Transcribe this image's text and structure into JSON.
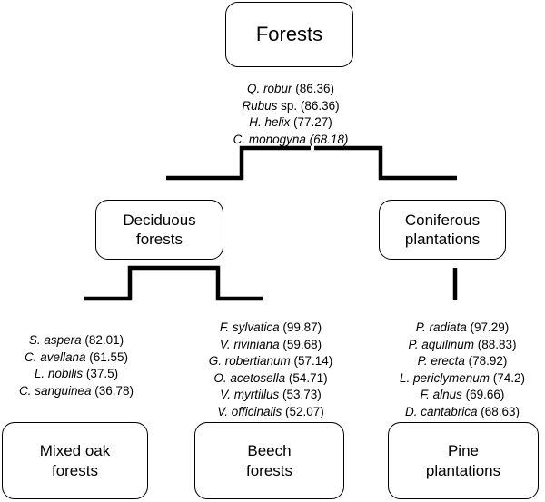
{
  "nodes": {
    "root": {
      "lines": [
        "Forests"
      ]
    },
    "deciduous": {
      "lines": [
        "Deciduous",
        "forests"
      ]
    },
    "coniferous": {
      "lines": [
        "Coniferous",
        "plantations"
      ]
    },
    "mixed_oak": {
      "lines": [
        "Mixed oak",
        "forests"
      ]
    },
    "beech": {
      "lines": [
        "Beech",
        "forests"
      ]
    },
    "pine": {
      "lines": [
        "Pine",
        "plantations"
      ]
    }
  },
  "indicators": {
    "root": [
      {
        "name": "Q. robur",
        "suffix": "",
        "value": "(86.36)",
        "value_italic": false
      },
      {
        "name": "Rubus",
        "suffix": " sp.",
        "value": "(86.36)",
        "value_italic": false
      },
      {
        "name": "H. helix",
        "suffix": "",
        "value": "(77.27)",
        "value_italic": false
      },
      {
        "name": "C. monogyna",
        "suffix": "",
        "value": "(68.18)",
        "value_italic": true
      }
    ],
    "mixed_oak": [
      {
        "name": "S. aspera",
        "suffix": "",
        "value": "(82.01)",
        "value_italic": false
      },
      {
        "name": "C. avellana",
        "suffix": "",
        "value": "(61.55)",
        "value_italic": false
      },
      {
        "name": "L. nobilis",
        "suffix": "",
        "value": "(37.5)",
        "value_italic": false
      },
      {
        "name": "C. sanguinea",
        "suffix": "",
        "value": "(36.78)",
        "value_italic": false
      }
    ],
    "beech": [
      {
        "name": "F. sylvatica",
        "suffix": "",
        "value": "(99.87)",
        "value_italic": false
      },
      {
        "name": "V. riviniana",
        "suffix": "",
        "value": "(59.68)",
        "value_italic": false
      },
      {
        "name": "G. robertianum",
        "suffix": "",
        "value": "(57.14)",
        "value_italic": false
      },
      {
        "name": "O. acetosella",
        "suffix": "",
        "value": "(54.71)",
        "value_italic": false
      },
      {
        "name": "V. myrtillus",
        "suffix": "",
        "value": "(53.73)",
        "value_italic": false
      },
      {
        "name": "V. officinalis",
        "suffix": "",
        "value": "(52.07)",
        "value_italic": false
      }
    ],
    "pine": [
      {
        "name": "P. radiata",
        "suffix": "",
        "value": "(97.29)",
        "value_italic": false
      },
      {
        "name": "P. aquilinum",
        "suffix": "",
        "value": "(88.83)",
        "value_italic": false
      },
      {
        "name": "P. erecta",
        "suffix": "",
        "value": "(78.92)",
        "value_italic": false
      },
      {
        "name": "L. periclymenum",
        "suffix": "",
        "value": "(74.2)",
        "value_italic": false
      },
      {
        "name": "F. alnus",
        "suffix": "",
        "value": "(69.66)",
        "value_italic": false
      },
      {
        "name": "D. cantabrica",
        "suffix": "",
        "value": "(68.63)",
        "value_italic": false
      }
    ]
  }
}
